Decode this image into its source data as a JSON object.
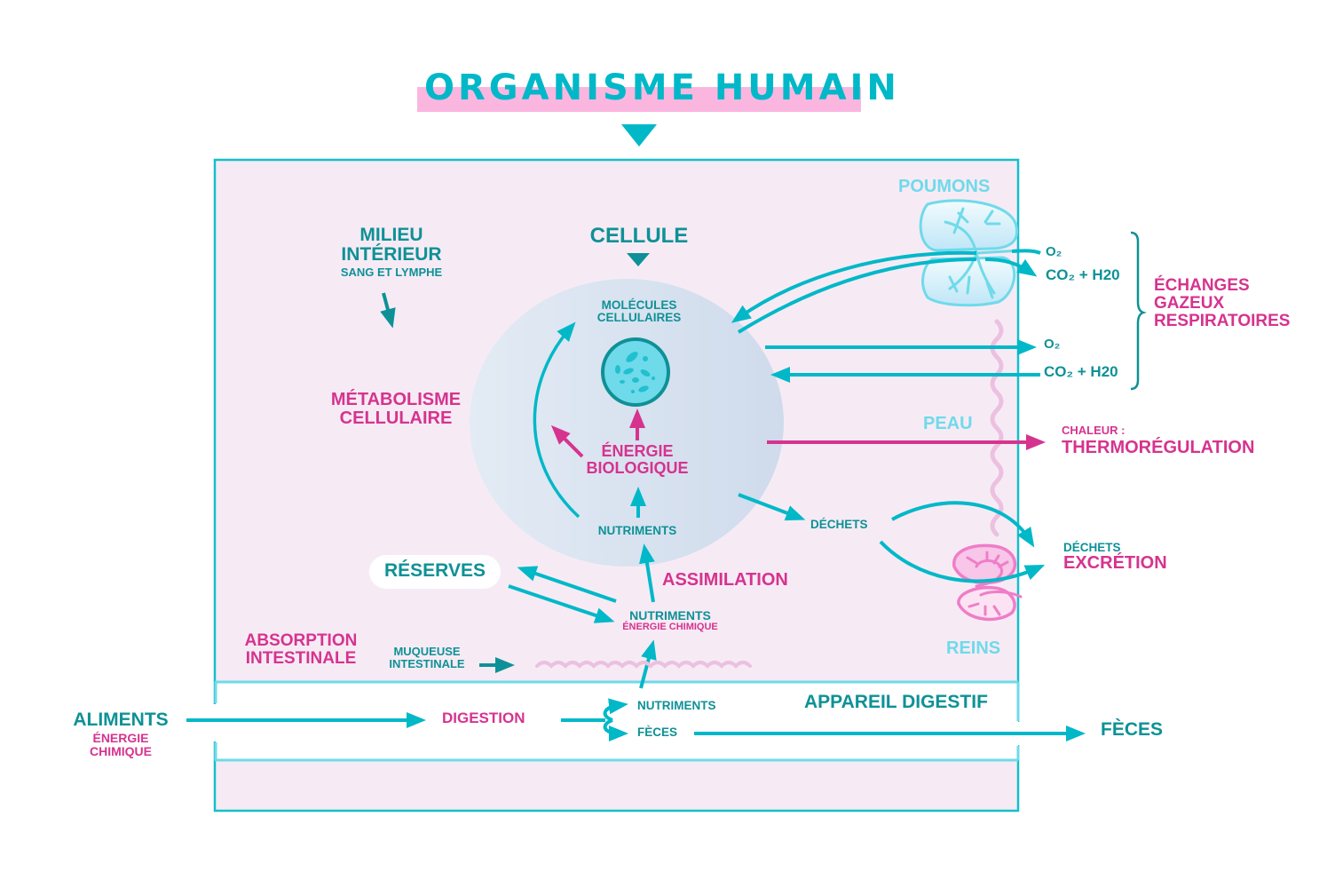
{
  "title": "ORGANISME HUMAIN",
  "colors": {
    "teal": "#0e9196",
    "cyan": "#00b8c8",
    "light_cyan": "#6fdaea",
    "pink": "#d6338f",
    "light_pink": "#fbb6e0",
    "box_fill": "#f6ebf5",
    "cell_fill": "#d6e2ef"
  },
  "milieu_interieur": {
    "line1": "MILIEU",
    "line2": "INTÉRIEUR",
    "sub": "SANG ET LYMPHE"
  },
  "metabolisme": {
    "line1": "MÉTABOLISME",
    "line2": "CELLULAIRE"
  },
  "cellule": {
    "title": "CELLULE",
    "molecules_line1": "MOLÉCULES",
    "molecules_line2": "CELLULAIRES",
    "energie_line1": "ÉNERGIE",
    "energie_line2": "BIOLOGIQUE",
    "nutriments": "NUTRIMENTS"
  },
  "reserves": "RÉSERVES",
  "assimilation": "ASSIMILATION",
  "nutriments_energie": {
    "line1": "NUTRIMENTS",
    "line2": "ÉNERGIE CHIMIQUE"
  },
  "absorption": {
    "line1": "ABSORPTION",
    "line2": "INTESTINALE"
  },
  "muqueuse": {
    "line1": "MUQUEUSE",
    "line2": "INTESTINALE"
  },
  "organs": {
    "poumons": "POUMONS",
    "peau": "PEAU",
    "reins": "REINS"
  },
  "gas_exchange": {
    "lung_o2": "O₂",
    "lung_co2": "CO₂ + H20",
    "skin_o2": "O₂",
    "skin_co2": "CO₂ + H20",
    "label_line1": "ÉCHANGES",
    "label_line2": "GAZEUX",
    "label_line3": "RESPIRATOIRES"
  },
  "chaleur": {
    "line1": "CHALEUR :",
    "line2": "THERMORÉGULATION"
  },
  "dechets": "DÉCHETS",
  "excretion": {
    "line1": "DÉCHETS",
    "line2": "EXCRÉTION"
  },
  "digestive": {
    "appareil": "APPAREIL DIGESTIF",
    "aliments": "ALIMENTS",
    "aliments_sub1": "ÉNERGIE",
    "aliments_sub2": "CHIMIQUE",
    "digestion": "DIGESTION",
    "nutriments": "NUTRIMENTS",
    "feces_inner": "FÈCES",
    "feces_out": "FÈCES"
  }
}
